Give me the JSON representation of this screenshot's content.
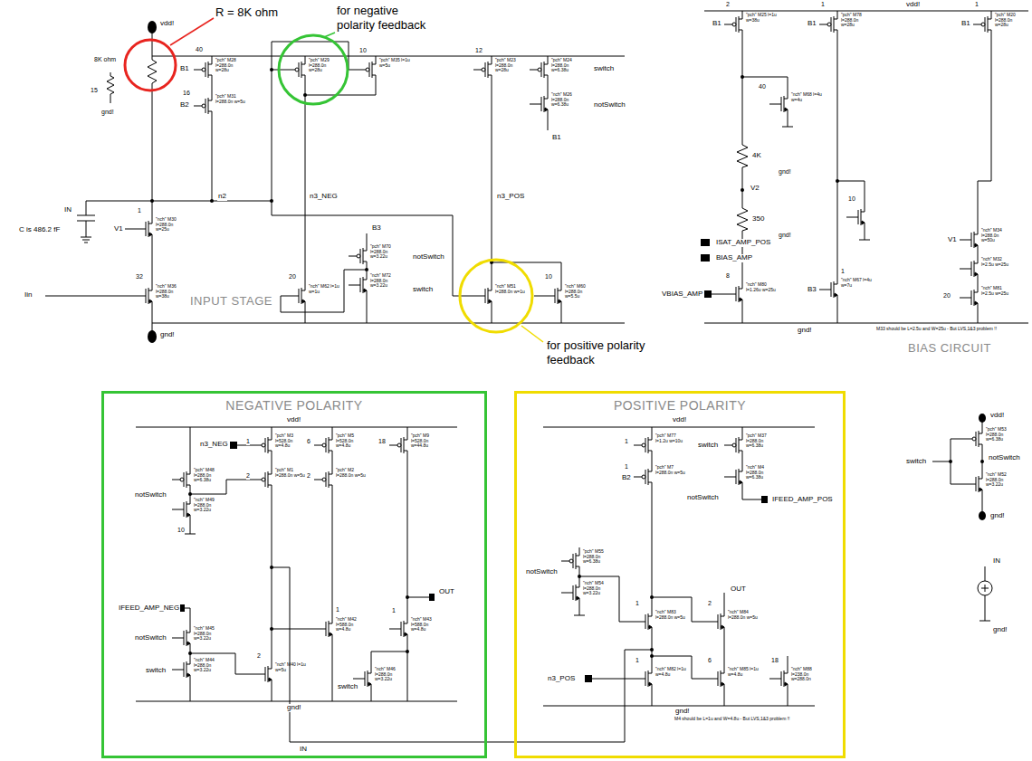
{
  "diagram": {
    "nodes": [
      {
        "text": [
          "NEGATIVE POLARITY"
        ]
      },
      {
        "text": [
          "POSITIVE POLARITY"
        ]
      }
    ],
    "labels": [
      "R = 8K ohm",
      "for negative polarity feedback",
      "for positive polarity feedback",
      "INPUT STAGE",
      "BIAS CIRCUIT",
      "vdd!",
      "gnd!",
      "n2",
      "n3_NEG",
      "n3_POS",
      "C is 486.2 fF",
      "IN",
      "Iin",
      "8K ohm",
      "gnd!",
      "15",
      "B1",
      "B2",
      "40",
      "16",
      "1",
      "V1",
      "32",
      "10",
      "12",
      "switch",
      "notSwitch",
      "B1",
      "B3",
      "notSwitch",
      "switch",
      "20",
      "10",
      "vdd!",
      "2",
      "B1",
      "1",
      "B1",
      "1",
      "B1",
      "40",
      "4K",
      "V2",
      "gnd!",
      "350",
      "gnd!",
      "10",
      "ISAT_AMP_POS",
      "BIAS_AMP",
      "8",
      "VBIAS_AMP",
      "B3",
      "1",
      "V1",
      "20",
      "M33 should be L=2.5u and W=25u - But LVS,1&3 problem !!",
      "gnd!",
      "vdd!",
      "1",
      "6",
      "18",
      "n3_NEG",
      "notSwitch",
      "10",
      "2",
      "2",
      "IFEED_AMP_NEG",
      "notSwitch",
      "switch",
      "2",
      "1",
      "1",
      "OUT",
      "switch",
      "gnd!",
      "IN",
      "vdd!",
      "1",
      "switch",
      "1",
      "B2",
      "notSwitch",
      "IFEED_AMP_POS",
      "notSwitch",
      "1",
      "OUT",
      "2",
      "n3_POS",
      "1",
      "6",
      "18",
      "gnd!",
      "M4 should be L=1u and W=4.8u - But LVS,1&3 problem !!",
      "vdd!",
      "switch",
      "notSwitch",
      "gnd!",
      "IN",
      "gnd!",
      "\"pch\" M28 l=288.0n w=28u",
      "\"pch\" M31 l=288.0n w=5u",
      "\"pch\" M29 l=288.0n w=28u",
      "\"pch\" M35 l=1u w=5u",
      "\"pch\" M23 l=288.0n w=28u",
      "\"pch\" M24 l=288.0n w=6.38u",
      "\"nch\" M26 l=288.0n w=6.38u",
      "\"nch\" M30 l=288.0n w=25u",
      "\"nch\" M36 l=288.0n w=38u",
      "\"nch\" M62 l=1u w=1u",
      "\"pch\" M70 l=288.0n w=3.22u",
      "\"nch\" M72 l=288.0n w=3.22u",
      "\"nch\" M51 l=288.0n w=1u",
      "\"nch\" M60 l=288.0n w=5.5u",
      "\"pch\" M25 l=1u w=38u",
      "\"pch\" M78 l=288.0n w=28u",
      "\"pch\" M20 l=288.0n w=28u",
      "\"nch\" M68 l=4u w=4u",
      "\"nch\" M80 l=1.26u w=25u",
      "\"nch\" M67 l=4u w=7u",
      "\"nch\" M34 l=288.0n w=50u",
      "\"nch\" M32 l=2.5u w=25u",
      "\"nch\" M81 l=2.5u w=25u",
      "\"pch\" M3 l=528.0n w=4.8u",
      "\"pch\" M5 l=528.0n w=4.8u",
      "\"pch\" M9 l=528.0n w=44.8u",
      "\"pch\" M48 l=288.0n w=6.38u",
      "\"nch\" M49 l=288.0n w=3.22u",
      "\"pch\" M1 l=288.0n w=5u",
      "\"pch\" M2 l=288.0n w=5u",
      "\"nch\" M45 l=288.0n w=3.22u",
      "\"nch\" M44 l=288.0n w=3.22u",
      "\"nch\" M40 l=1u w=5u",
      "\"nch\" M42 l=588.0n w=4.8u",
      "\"nch\" M43 l=588.0n w=4.8u",
      "\"nch\" M46 l=288.0n w=3.22u",
      "\"pch\" M77 l=1.2u w=10u",
      "\"pch\" M37 l=288.0n w=6.38u",
      "\"pch\" M7 l=288.0n w=5u",
      "\"nch\" M4 l=288.0n w=6.38u",
      "\"pch\" M55 l=288.0n w=6.38u",
      "\"nch\" M54 l=288.0n w=3.22u",
      "\"nch\" M83 l=288.0n w=5u",
      "\"nch\" M84 l=288.0n w=5u",
      "\"nch\" M82 l=1u w=4.8u",
      "\"nch\" M85 l=1u w=4.8u",
      "\"nch\" M88 l=238.0n w=288.0n",
      "\"pch\" M53 l=288.0n w=6.38u",
      "\"nch\" M52 l=288.0n w=3.22u"
    ]
  }
}
